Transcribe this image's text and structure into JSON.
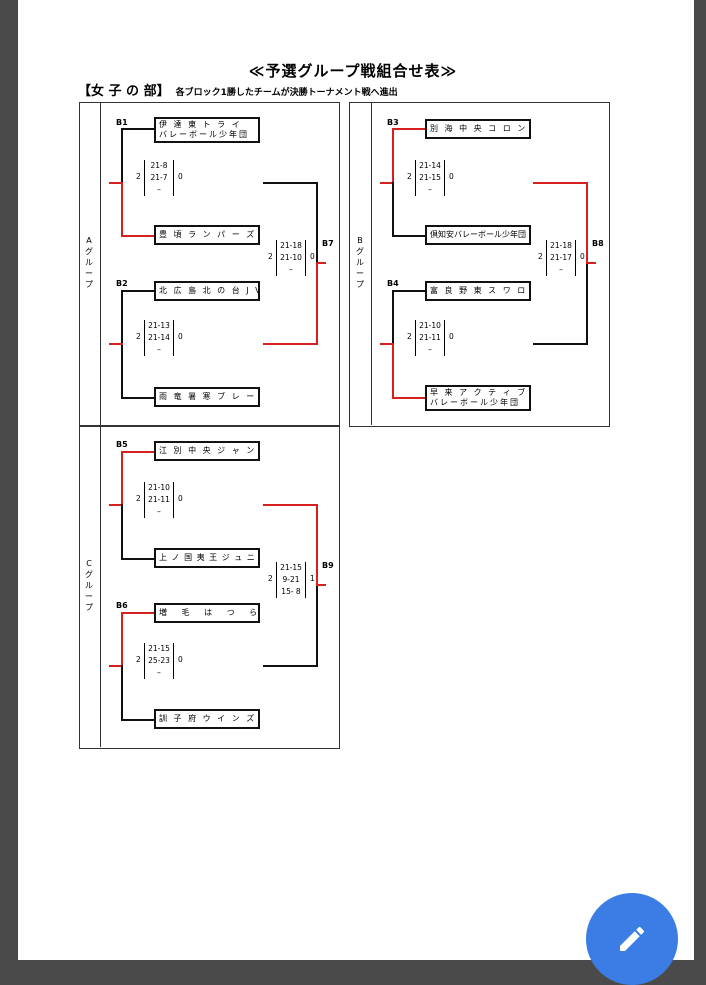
{
  "title": "≪予選グループ戦組合せ表≫",
  "division": "【女 子 の 部】",
  "note": "各ブロック1勝したチームが決勝トーナメント戦へ進出",
  "groups": {
    "A": "Aグループ",
    "B": "Bグループ",
    "C": "Cグループ"
  },
  "blocks": {
    "B1": {
      "id": "B1",
      "team1": "伊 達 東 ト ラ イ\nバレーボール少年団",
      "team2": "豊 頃 ラ ン パ ー ズ",
      "left": "2",
      "right": "0",
      "sets": [
        "21-8",
        "21-7",
        "–"
      ]
    },
    "B2": {
      "id": "B2",
      "team1": "北 広 島 北 の 台 J V C",
      "team2": "雨 竜 暑 寒 ブ レ ー ズ",
      "left": "2",
      "right": "0",
      "sets": [
        "21-13",
        "21-14",
        "–"
      ]
    },
    "B3": {
      "id": "B3",
      "team1": "別 海 中 央 コ ロ ン プ ス",
      "team2": "倶知安バレーボール少年団",
      "left": "2",
      "right": "0",
      "sets": [
        "21-14",
        "21-15",
        "–"
      ]
    },
    "B4": {
      "id": "B4",
      "team1": "富 良 野 東 ス ワ ロ ー ズ",
      "team2": "早 来 ア ク テ ィ ブ\nバレーボール少年団",
      "left": "2",
      "right": "0",
      "sets": [
        "21-10",
        "21-11",
        "–"
      ]
    },
    "B5": {
      "id": "B5",
      "team1": "江 別 中 央 ジ ャ ン プ",
      "team2": "上 ノ 国 夷 王 ジ ュ ニ ア",
      "left": "2",
      "right": "0",
      "sets": [
        "21-10",
        "21-11",
        "–"
      ]
    },
    "B6": {
      "id": "B6",
      "team1": "増 毛 は つ ら つ",
      "team2": "訓 子 府 ウ イ ン ズ",
      "left": "2",
      "right": "0",
      "sets": [
        "21-15",
        "25-23",
        "–"
      ]
    },
    "B7": {
      "id": "B7",
      "left": "2",
      "right": "0",
      "sets": [
        "21-18",
        "21-10",
        "–"
      ]
    },
    "B8": {
      "id": "B8",
      "left": "2",
      "right": "0",
      "sets": [
        "21-18",
        "21-17",
        "–"
      ]
    },
    "B9": {
      "id": "B9",
      "left": "2",
      "right": "1",
      "sets": [
        "21-15",
        "9-21",
        "15- 8"
      ]
    }
  },
  "colors": {
    "winner_line": "#d62020",
    "fab": "#3b7de4"
  },
  "fab_icon": "pencil-icon"
}
